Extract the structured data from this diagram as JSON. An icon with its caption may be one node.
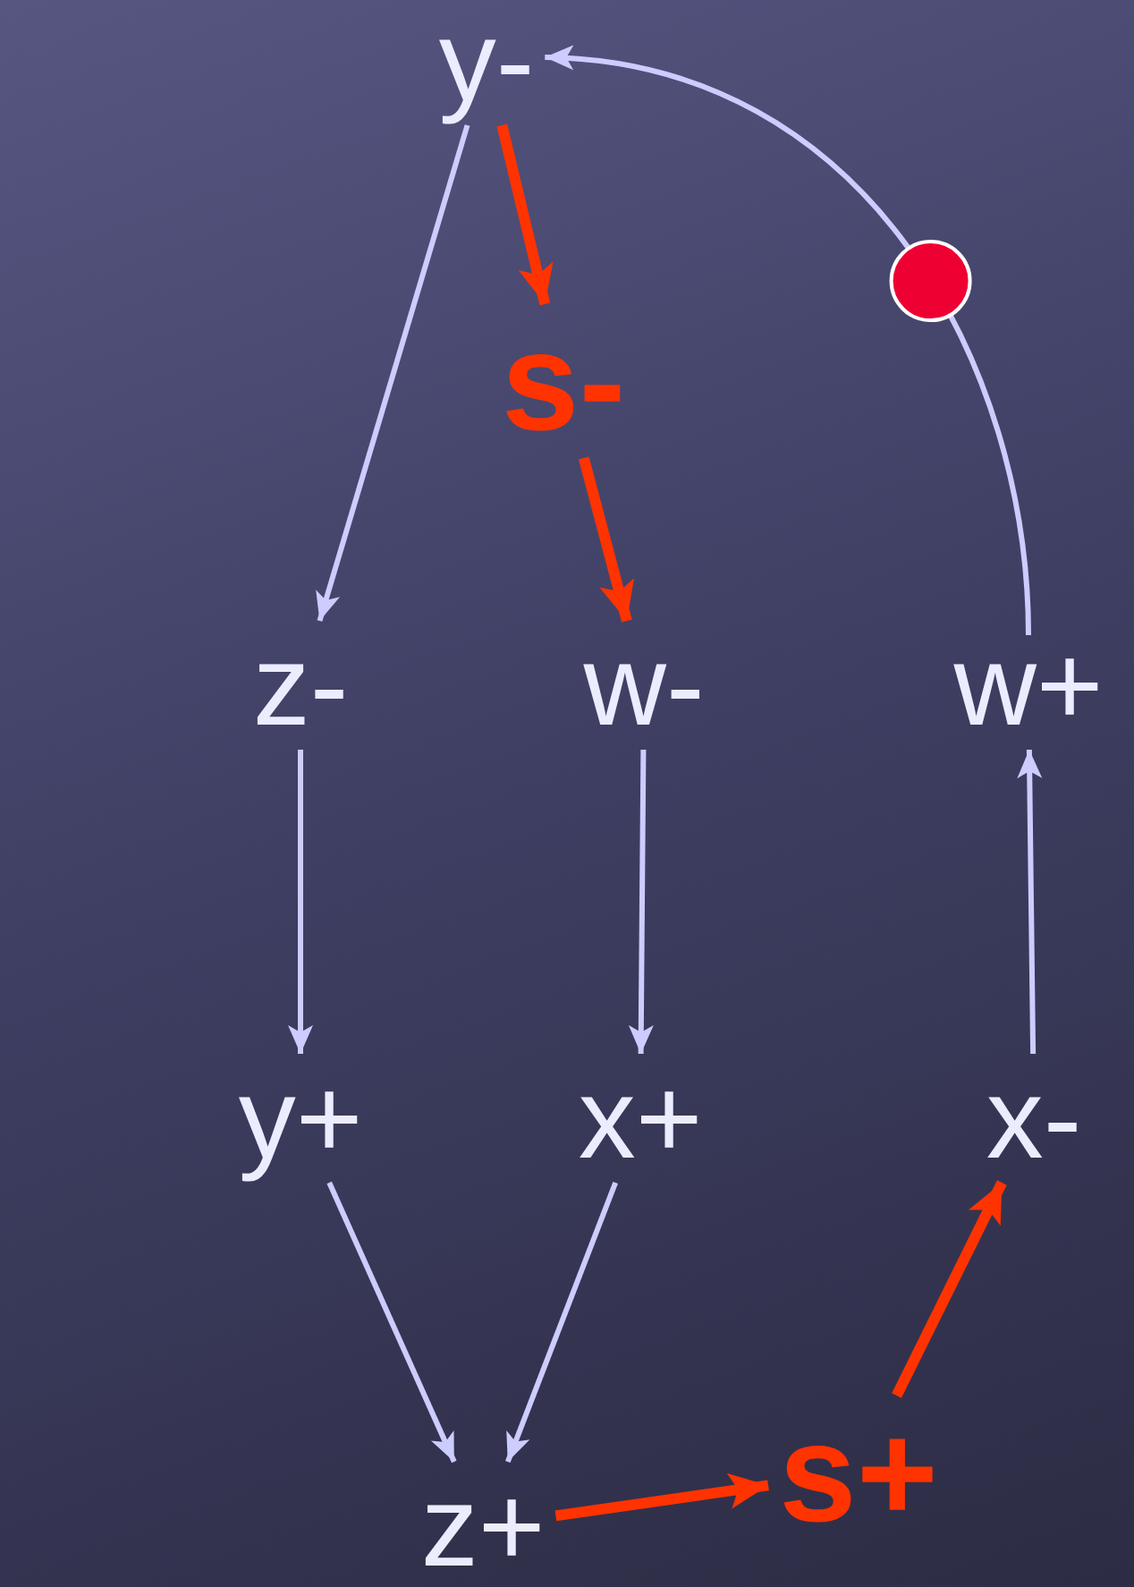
{
  "diagram": {
    "nodes": [
      {
        "text": [
          "y-"
        ]
      },
      {
        "text": [
          "s-"
        ]
      },
      {
        "text": [
          "z-"
        ]
      },
      {
        "text": [
          "w-"
        ]
      },
      {
        "text": [
          "w+"
        ]
      },
      {
        "text": [
          "y+"
        ]
      },
      {
        "text": [
          "x+"
        ]
      },
      {
        "text": [
          "x-"
        ]
      },
      {
        "text": [
          "z+"
        ]
      },
      {
        "text": [
          "s+"
        ]
      }
    ],
    "edges": [
      {
        "from": 0,
        "to": 2,
        "arrow": "to"
      },
      {
        "from": 0,
        "to": 1,
        "arrow": "to",
        "style": "thick",
        "color": "#ff3300"
      },
      {
        "from": 1,
        "to": 3,
        "arrow": "to",
        "style": "thick",
        "color": "#ff3300"
      },
      {
        "from": 4,
        "to": 0,
        "arrow": "to"
      },
      {
        "from": 2,
        "to": 5,
        "arrow": "to"
      },
      {
        "from": 3,
        "to": 6,
        "arrow": "to"
      },
      {
        "from": 7,
        "to": 4,
        "arrow": "to"
      },
      {
        "from": 5,
        "to": 8,
        "arrow": "to"
      },
      {
        "from": 6,
        "to": 8,
        "arrow": "to"
      },
      {
        "from": 8,
        "to": 9,
        "arrow": "to",
        "style": "thick",
        "color": "#ff3300"
      },
      {
        "from": 9,
        "to": 7,
        "arrow": "to",
        "style": "thick",
        "color": "#ff3300"
      }
    ]
  }
}
